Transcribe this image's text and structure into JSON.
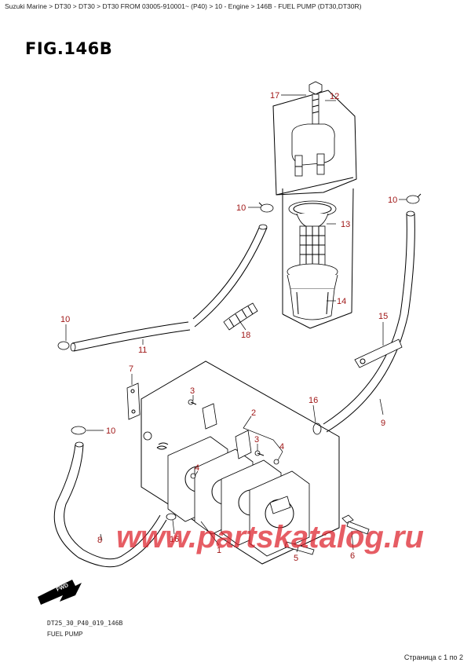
{
  "breadcrumb": "Suzuki Marine > DT30 > DT30 > DT30 FROM 03005-910001~ (P40) > 10 - Engine > 146B - FUEL PUMP (DT30,DT30R)",
  "figure_title": "FIG.146B",
  "diagram_code": "DT25_30_P40_019_146B",
  "caption": "FUEL PUMP",
  "pager": "Страница с 1 по 2",
  "watermark": "www.partskatalog.ru",
  "fwd_label": "FWD",
  "callouts": {
    "c17": "17",
    "c12": "12",
    "c10a": "10",
    "c10b": "10",
    "c13": "13",
    "c14": "14",
    "c10c": "10",
    "c11": "11",
    "c18": "18",
    "c15": "15",
    "c7": "7",
    "c3a": "3",
    "c2": "2",
    "c16a": "16",
    "c9": "9",
    "c10d": "10",
    "c3b": "3",
    "c4a": "4",
    "c4b": "4",
    "c5": "5",
    "c16b": "16",
    "c8": "8",
    "c1": "1",
    "c6": "6"
  },
  "colors": {
    "callout_text": "#a01818",
    "watermark": "#dc1e28"
  }
}
